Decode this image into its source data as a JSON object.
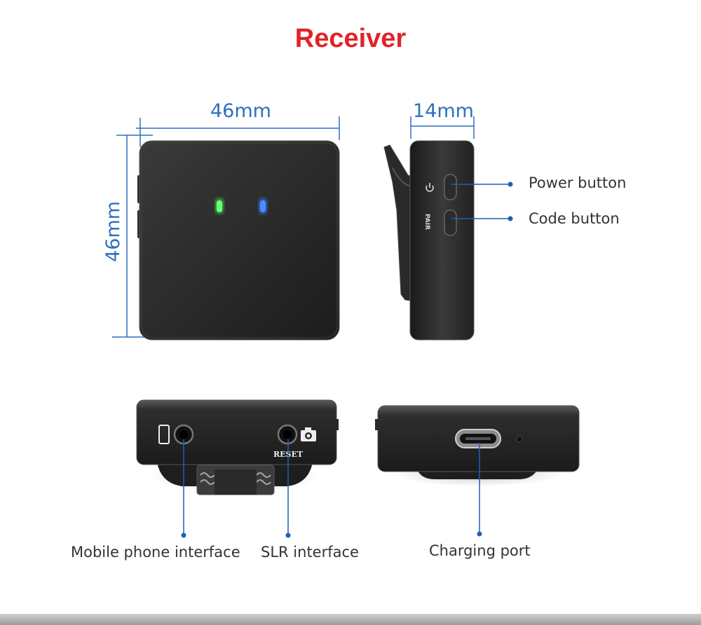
{
  "title": "Receiver",
  "dimensions": {
    "width_label": "46mm",
    "height_label": "46mm",
    "depth_label": "14mm"
  },
  "device_markings": {
    "pair_label": "PAIR",
    "reset_label": "RESET"
  },
  "callouts": {
    "power_button": "Power button",
    "code_button": "Code button",
    "mobile_phone_interface": "Mobile phone interface",
    "slr_interface": "SLR interface",
    "charging_port": "Charging port"
  },
  "colors": {
    "title": "#e0242a",
    "dimension": "#2f6fc0",
    "callout_line": "#1f5fb8",
    "led_green": "#39e04a",
    "led_blue": "#2f7bff",
    "device_body": "#262626"
  },
  "icons": [
    "power-icon",
    "phone-icon",
    "camera-icon",
    "usb-c-port-icon"
  ]
}
